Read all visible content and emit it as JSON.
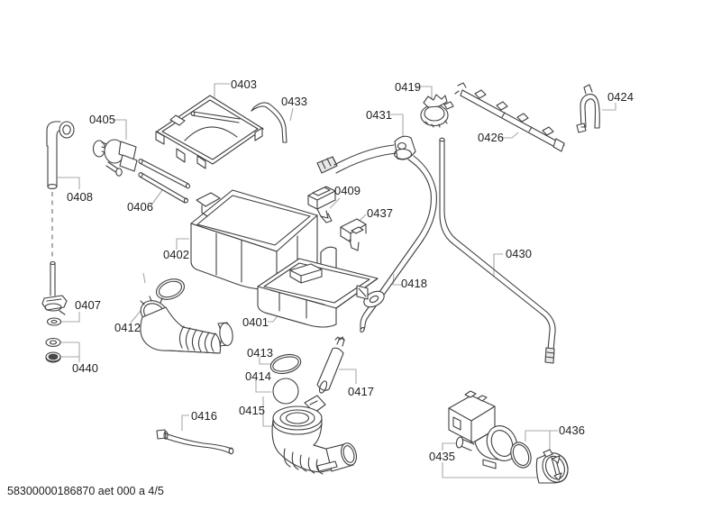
{
  "page": {
    "footer_text": "58300000186870 aet 000 a 4/5",
    "background_color": "#ffffff",
    "line_color": "#3f3f3f",
    "leader_color": "#a8a8a8",
    "label_color": "#1f1f1f"
  },
  "diagram": {
    "parts": [
      {
        "id": "0401"
      },
      {
        "id": "0402"
      },
      {
        "id": "0403"
      },
      {
        "id": "0405"
      },
      {
        "id": "0406"
      },
      {
        "id": "0407"
      },
      {
        "id": "0408"
      },
      {
        "id": "0409"
      },
      {
        "id": "0412"
      },
      {
        "id": "0413"
      },
      {
        "id": "0414"
      },
      {
        "id": "0415"
      },
      {
        "id": "0416"
      },
      {
        "id": "0417"
      },
      {
        "id": "0418"
      },
      {
        "id": "0419"
      },
      {
        "id": "0424"
      },
      {
        "id": "0426"
      },
      {
        "id": "0430"
      },
      {
        "id": "0431"
      },
      {
        "id": "0433"
      },
      {
        "id": "0435"
      },
      {
        "id": "0436"
      },
      {
        "id": "0437"
      },
      {
        "id": "0440"
      }
    ]
  }
}
